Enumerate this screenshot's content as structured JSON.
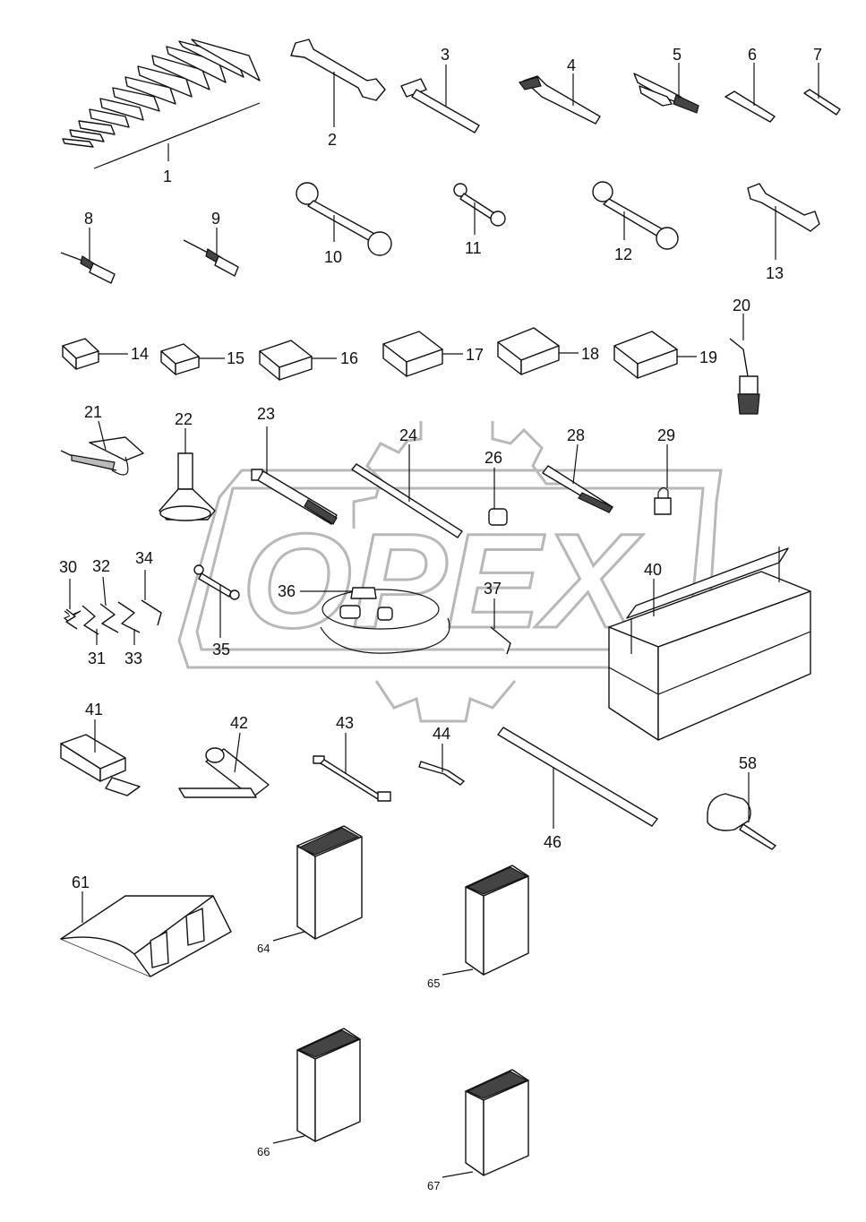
{
  "watermark": {
    "text": "OPEX"
  },
  "callouts": [
    {
      "id": "1",
      "label": "1"
    },
    {
      "id": "2",
      "label": "2"
    },
    {
      "id": "3",
      "label": "3"
    },
    {
      "id": "4",
      "label": "4"
    },
    {
      "id": "5",
      "label": "5"
    },
    {
      "id": "6",
      "label": "6"
    },
    {
      "id": "7",
      "label": "7"
    },
    {
      "id": "8",
      "label": "8"
    },
    {
      "id": "9",
      "label": "9"
    },
    {
      "id": "10",
      "label": "10"
    },
    {
      "id": "11",
      "label": "11"
    },
    {
      "id": "12",
      "label": "12"
    },
    {
      "id": "13",
      "label": "13"
    },
    {
      "id": "14",
      "label": "14"
    },
    {
      "id": "15",
      "label": "15"
    },
    {
      "id": "16",
      "label": "16"
    },
    {
      "id": "17",
      "label": "17"
    },
    {
      "id": "18",
      "label": "18"
    },
    {
      "id": "19",
      "label": "19"
    },
    {
      "id": "20",
      "label": "20"
    },
    {
      "id": "21",
      "label": "21"
    },
    {
      "id": "22",
      "label": "22"
    },
    {
      "id": "23",
      "label": "23"
    },
    {
      "id": "24",
      "label": "24"
    },
    {
      "id": "26",
      "label": "26"
    },
    {
      "id": "28",
      "label": "28"
    },
    {
      "id": "29",
      "label": "29"
    },
    {
      "id": "30",
      "label": "30"
    },
    {
      "id": "31",
      "label": "31"
    },
    {
      "id": "32",
      "label": "32"
    },
    {
      "id": "33",
      "label": "33"
    },
    {
      "id": "34",
      "label": "34"
    },
    {
      "id": "35",
      "label": "35"
    },
    {
      "id": "36",
      "label": "36"
    },
    {
      "id": "37",
      "label": "37"
    },
    {
      "id": "40",
      "label": "40"
    },
    {
      "id": "41",
      "label": "41"
    },
    {
      "id": "42",
      "label": "42"
    },
    {
      "id": "43",
      "label": "43"
    },
    {
      "id": "44",
      "label": "44"
    },
    {
      "id": "46",
      "label": "46"
    },
    {
      "id": "58",
      "label": "58"
    },
    {
      "id": "61",
      "label": "61"
    },
    {
      "id": "64",
      "label": "64"
    },
    {
      "id": "65",
      "label": "65"
    },
    {
      "id": "66",
      "label": "66"
    },
    {
      "id": "67",
      "label": "67"
    }
  ]
}
